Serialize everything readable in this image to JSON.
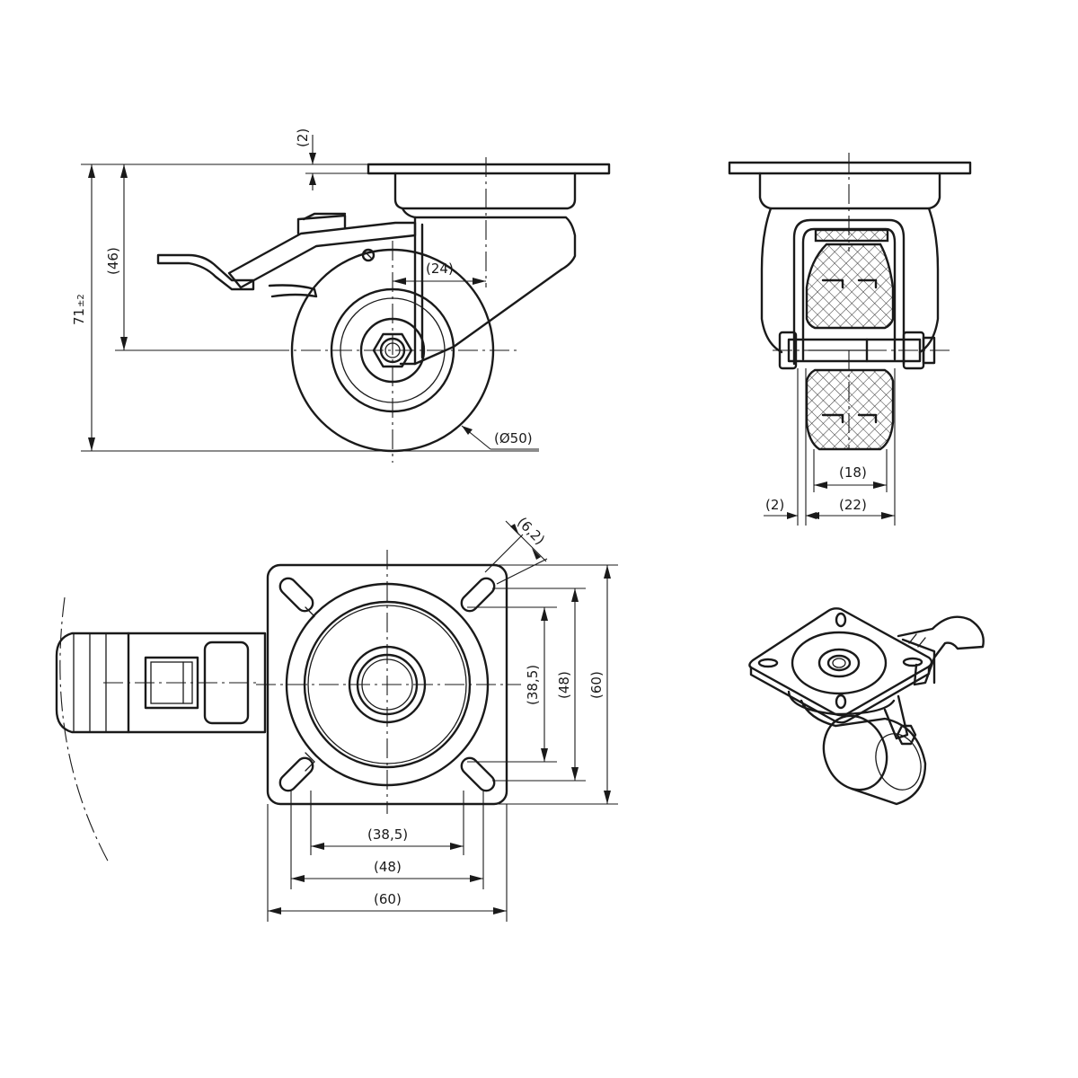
{
  "dimensions": {
    "side_top_gap": "(2)",
    "side_axle_height": "(46)",
    "side_total_height": "71",
    "side_total_tolerance": "±2",
    "side_offset": "(24)",
    "side_wheel_diameter": "(Ø50)",
    "front_tread_width": "(18)",
    "front_wheel_width": "(22)",
    "front_side_gap": "(2)",
    "plan_slot_width": "(6,2)",
    "plan_h_inner": "(38,5)",
    "plan_h_middle": "(48)",
    "plan_h_outer": "(60)",
    "plan_v_inner": "(38,5)",
    "plan_v_middle": "(48)",
    "plan_v_outer": "(60)"
  }
}
